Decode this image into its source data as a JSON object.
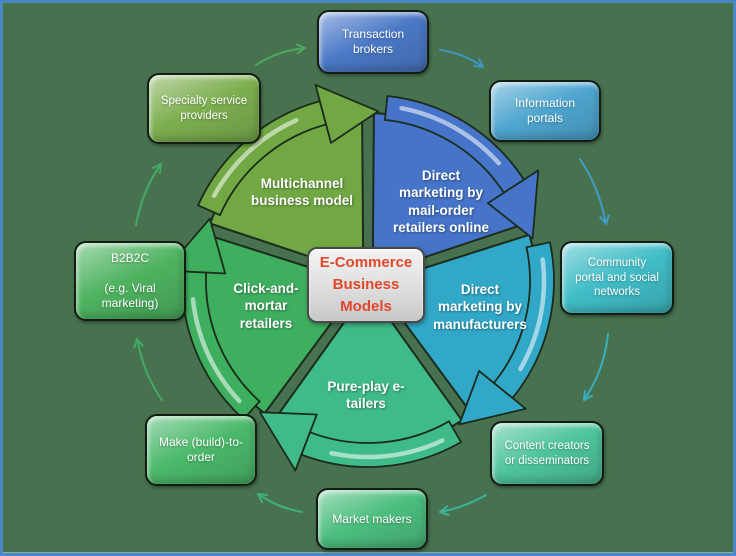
{
  "canvas": {
    "background": "#48724F",
    "border_color": "#4C87C5"
  },
  "center": {
    "title": "E-Commerce Business Models",
    "accent_color": "#E0472B",
    "bg_color": "#DEDEDE"
  },
  "wedges": [
    {
      "id": "multichannel",
      "label": "Multichannel\nbusiness model",
      "color": "#71A843",
      "start_angle": 288,
      "end_angle": 360
    },
    {
      "id": "mail-order",
      "label": "Direct\nmarketing by\nmail-order\nretailers online",
      "color": "#4574C8",
      "start_angle": 0,
      "end_angle": 72
    },
    {
      "id": "manufacturers",
      "label": "Direct\nmarketing by\nmanufacturers",
      "color": "#31A8C8",
      "start_angle": 72,
      "end_angle": 144
    },
    {
      "id": "pure-play",
      "label": "Pure-play e-\ntailers",
      "color": "#3EBB88",
      "start_angle": 144,
      "end_angle": 216
    },
    {
      "id": "click-mortar",
      "label": "Click-and-\nmortar\nretailers",
      "color": "#3EAF5F",
      "start_angle": 216,
      "end_angle": 288
    }
  ],
  "nodes": [
    {
      "id": "transaction-brokers",
      "label": "Transaction\nbrokers",
      "color": "#4B79C7"
    },
    {
      "id": "information-portals",
      "label": "Information\nportals",
      "color": "#4FA6D0"
    },
    {
      "id": "community-portal",
      "label": "Community\nportal and social\nnetworks",
      "color": "#41BDC7"
    },
    {
      "id": "content-creators",
      "label": "Content creators\nor disseminators",
      "color": "#4EC49D"
    },
    {
      "id": "market-makers",
      "label": "Market makers",
      "color": "#4CBE7E"
    },
    {
      "id": "make-to-order",
      "label": "Make (build)-to-\norder",
      "color": "#4BB96B"
    },
    {
      "id": "b2b2c",
      "label": "B2B2C\n\n(e.g. Viral\nmarketing)",
      "color": "#4EB360"
    },
    {
      "id": "specialty-service",
      "label": "Specialty service\nproviders",
      "color": "#7DAF50"
    }
  ],
  "flow_arrows": [
    {
      "from": "specialty-service",
      "to": "transaction-brokers",
      "color": "#4BA95C"
    },
    {
      "from": "transaction-brokers",
      "to": "information-portals",
      "color": "#3E96C2"
    },
    {
      "from": "information-portals",
      "to": "community-portal",
      "color": "#3E9EC8"
    },
    {
      "from": "community-portal",
      "to": "content-creators",
      "color": "#39AEBC"
    },
    {
      "from": "content-creators",
      "to": "market-makers",
      "color": "#3CB49B"
    },
    {
      "from": "market-makers",
      "to": "make-to-order",
      "color": "#3FAF7E"
    },
    {
      "from": "make-to-order",
      "to": "b2b2c",
      "color": "#41AA64"
    },
    {
      "from": "b2b2c",
      "to": "specialty-service",
      "color": "#41AA64"
    }
  ]
}
